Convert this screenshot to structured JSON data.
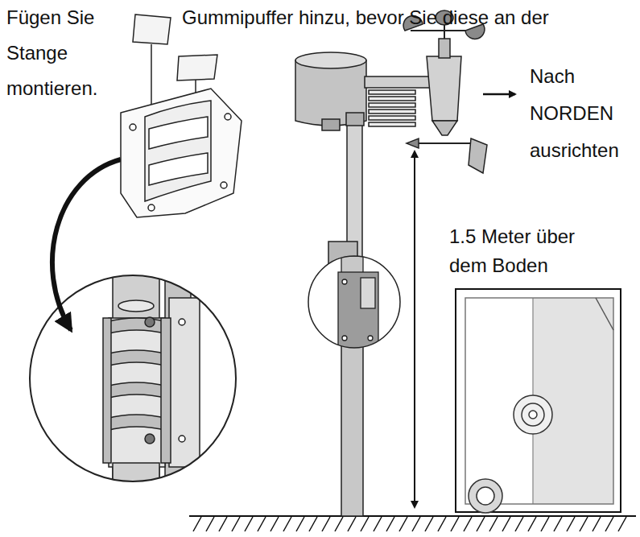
{
  "diagram": {
    "labels": [
      "Fügen Sie",
      "Gummipuffer hinzu, bevor Sie diese an der",
      "Stange montieren.",
      "Nach NORDEN ausrichten",
      "1.5 Meter über dem Boden"
    ]
  }
}
